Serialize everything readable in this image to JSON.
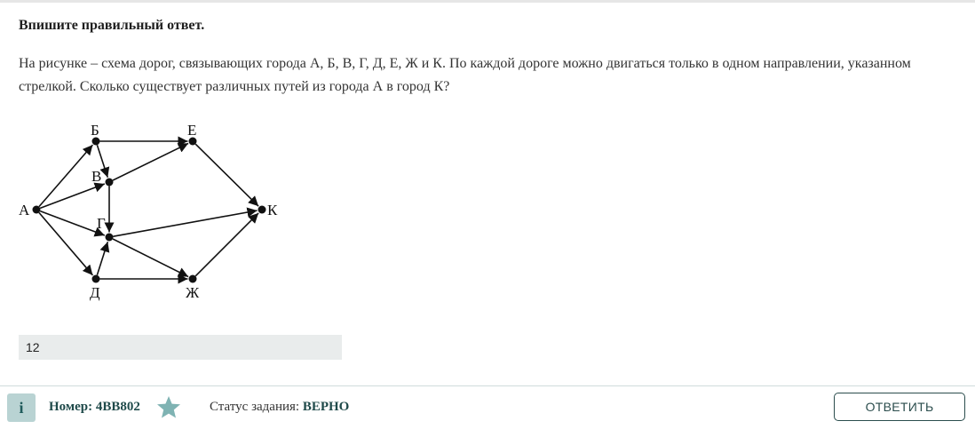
{
  "task": {
    "instruction": "Впишите правильный ответ.",
    "question": "На рисунке – схема дорог, связывающих города А, Б, В, Г, Д, Е, Ж и К. По каждой дороге можно двигаться только в одном направлении, указанном стрелкой. Сколько существует различных путей из города А в город К?"
  },
  "graph": {
    "nodes": [
      "А",
      "Б",
      "В",
      "Г",
      "Д",
      "Е",
      "Ж",
      "К"
    ],
    "edges": [
      [
        "А",
        "Б"
      ],
      [
        "А",
        "В"
      ],
      [
        "А",
        "Г"
      ],
      [
        "А",
        "Д"
      ],
      [
        "Б",
        "Е"
      ],
      [
        "Б",
        "В"
      ],
      [
        "В",
        "Е"
      ],
      [
        "В",
        "Г"
      ],
      [
        "Д",
        "Г"
      ],
      [
        "Д",
        "Ж"
      ],
      [
        "Г",
        "К"
      ],
      [
        "Г",
        "Ж"
      ],
      [
        "Е",
        "К"
      ],
      [
        "Ж",
        "К"
      ]
    ]
  },
  "answer": {
    "value": "12"
  },
  "footer": {
    "info_label": "i",
    "number_label": "Номер:",
    "number_value": "4BB802",
    "status_label": "Статус задания:",
    "status_value": "ВЕРНО",
    "submit_label": "ОТВЕТИТЬ",
    "star_icon": "star-icon",
    "accent_color": "#1f4a4a"
  }
}
